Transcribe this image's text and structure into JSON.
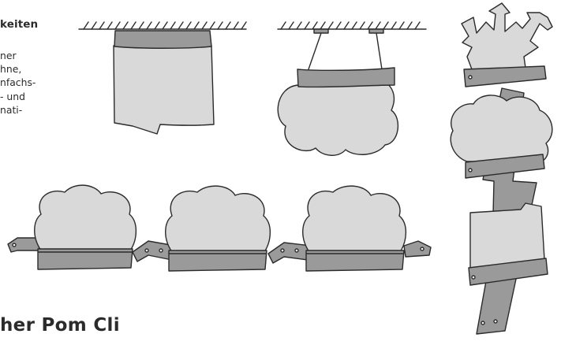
{
  "text_block": {
    "heading": "keiten",
    "lines": [
      "ner",
      "hne,",
      "nfachs-",
      "- und",
      "nati-"
    ]
  },
  "bottom_heading": "her Pom Cli",
  "colors": {
    "fill": "#d9d9d9",
    "band": "#9a9a9a",
    "stroke": "#2b2b2b",
    "background": "#ffffff"
  }
}
